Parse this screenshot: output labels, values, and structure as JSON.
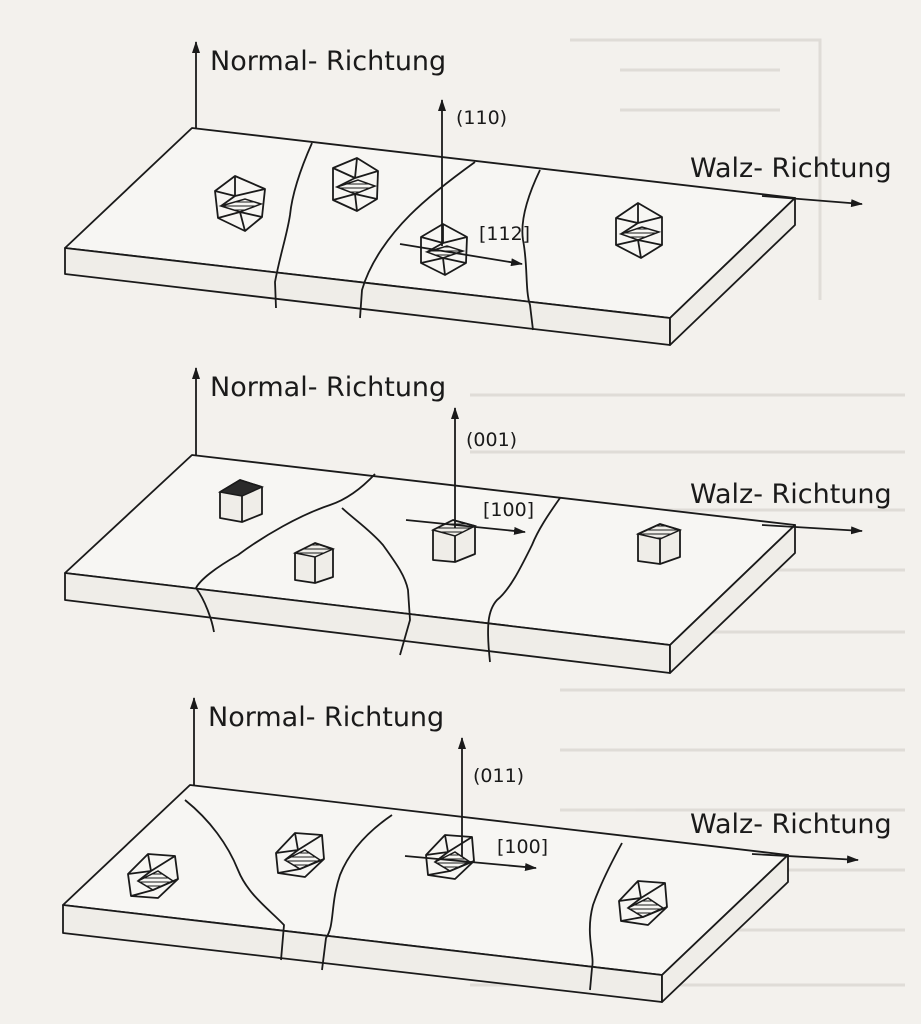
{
  "colors": {
    "ink": "#1a1a1a",
    "paper": "#f3f1ed",
    "background_text": "#bfbcb6"
  },
  "panels": [
    {
      "normal_label": "Normal- Richtung",
      "rolling_label": "Walz- Richtung",
      "plane_label": "(110)",
      "direction_label": "[112]"
    },
    {
      "normal_label": "Normal- Richtung",
      "rolling_label": "Walz- Richtung",
      "plane_label": "(001)",
      "direction_label": "[100]"
    },
    {
      "normal_label": "Normal- Richtung",
      "rolling_label": "Walz- Richtung",
      "plane_label": "(011)",
      "direction_label": "[100]"
    }
  ]
}
